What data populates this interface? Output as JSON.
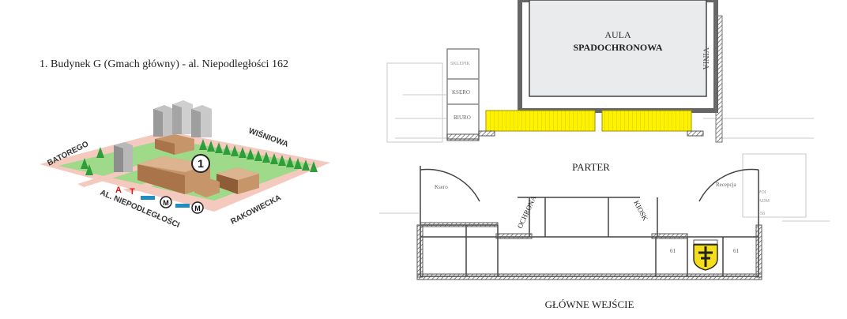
{
  "caption": "1. Budynek G (Gmach główny) - al. Niepodległości 162",
  "campus_map": {
    "streets": {
      "batorego": "BATOREGO",
      "wisniowa": "WIŚNIOWA",
      "niepodleglosci": "AL. NIEPODLEGŁOŚCI",
      "rakowiecka": "RAKOWIECKA"
    },
    "building_marker": "1",
    "metro_symbol": "M",
    "sign_a": "A",
    "sign_t": "T",
    "colors": {
      "road": "#f4c9be",
      "lawn": "#9fd98a",
      "tree": "#2f9e3a",
      "building": "#c6956a",
      "tower": "#b3b3b3"
    }
  },
  "floor_plan": {
    "aula_line1": "AULA",
    "aula_line2": "SPADOCHRONOWA",
    "sklepik": "SKLEPIK",
    "ksero_top": "KSERO",
    "biuro": "BIURO",
    "vinia": "VINIA",
    "parter": "PARTER",
    "ksero_left": "Ksero",
    "recepcja": "Recepcja",
    "ochrona": "OCHRONA",
    "kiosk": "KIOSK",
    "room_left": "61",
    "room_right": "61",
    "poi": "POI",
    "adm": "ADM",
    "room_58": "58",
    "entrance": "GŁÓWNE WEJŚCIE",
    "colors": {
      "highlight": "#fff200",
      "crest": "#f4dd19",
      "wall": "#555555"
    }
  }
}
